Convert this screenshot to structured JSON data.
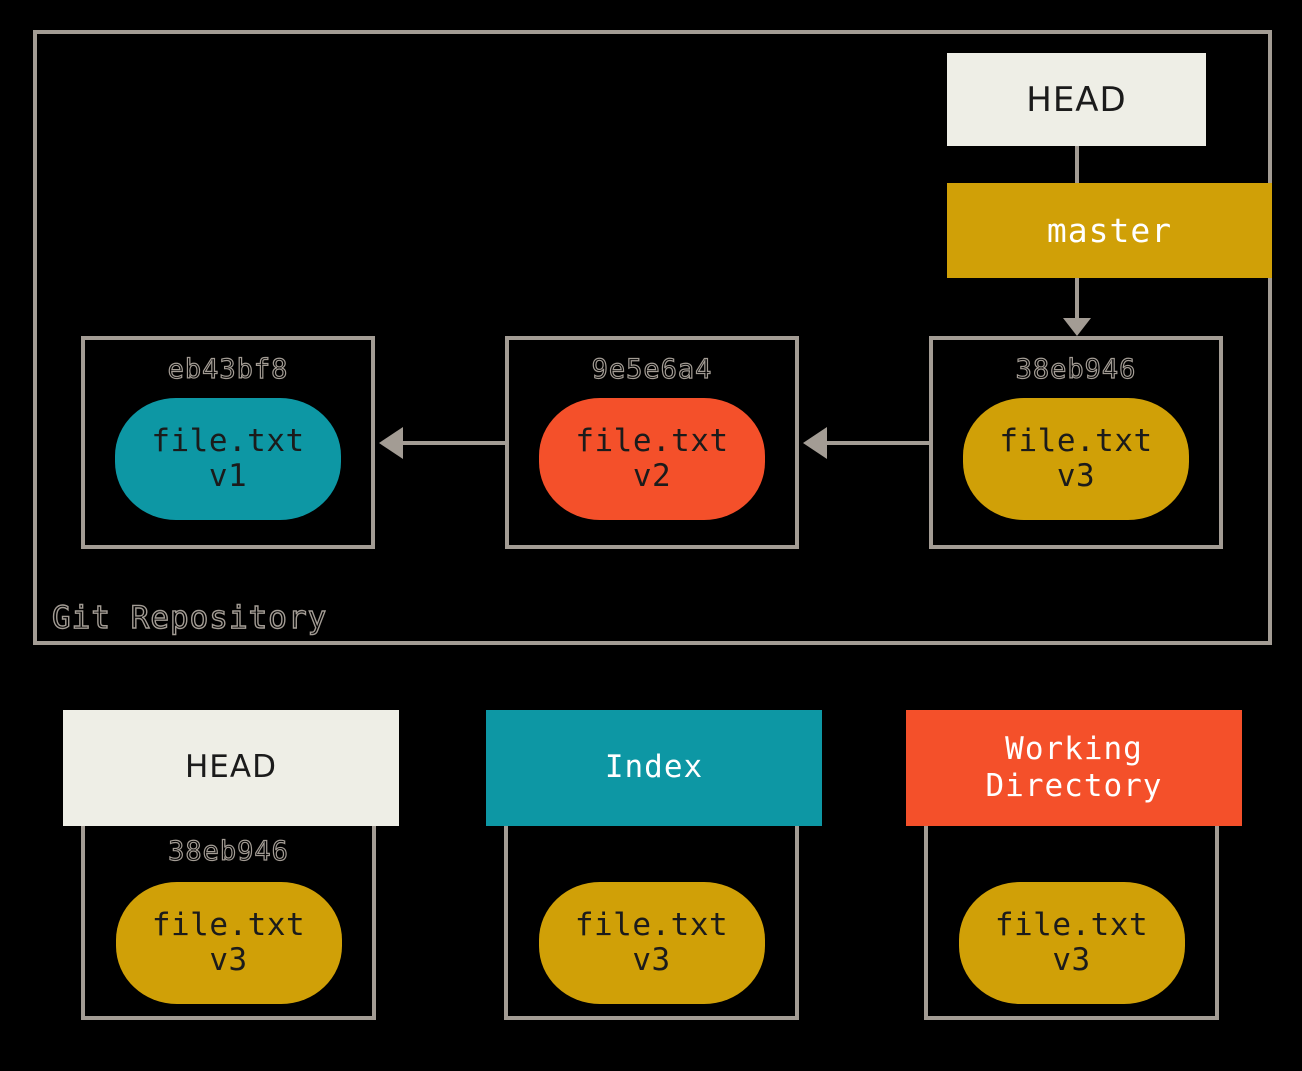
{
  "repository": {
    "label": "Git Repository",
    "pointers": {
      "head": "HEAD",
      "branch": "master"
    },
    "commits": [
      {
        "hash": "eb43bf8",
        "file": "file.txt",
        "version": "v1",
        "color": "#0d97a4"
      },
      {
        "hash": "9e5e6a4",
        "file": "file.txt",
        "version": "v2",
        "color": "#f4502a"
      },
      {
        "hash": "38eb946",
        "file": "file.txt",
        "version": "v3",
        "color": "#d0a007"
      }
    ]
  },
  "areas": [
    {
      "title": "HEAD",
      "title_line2": "",
      "hash": "38eb946",
      "file": "file.txt",
      "version": "v3",
      "header_color": "#eeeee6"
    },
    {
      "title": "Index",
      "title_line2": "",
      "hash": "",
      "file": "file.txt",
      "version": "v3",
      "header_color": "#0d97a4"
    },
    {
      "title": "Working",
      "title_line2": "Directory",
      "hash": "",
      "file": "file.txt",
      "version": "v3",
      "header_color": "#f4502a"
    }
  ],
  "colors": {
    "background": "#000000",
    "border": "#a39c94",
    "teal": "#0d97a4",
    "orange": "#f4502a",
    "gold": "#d0a007",
    "cream": "#eeeee6"
  }
}
